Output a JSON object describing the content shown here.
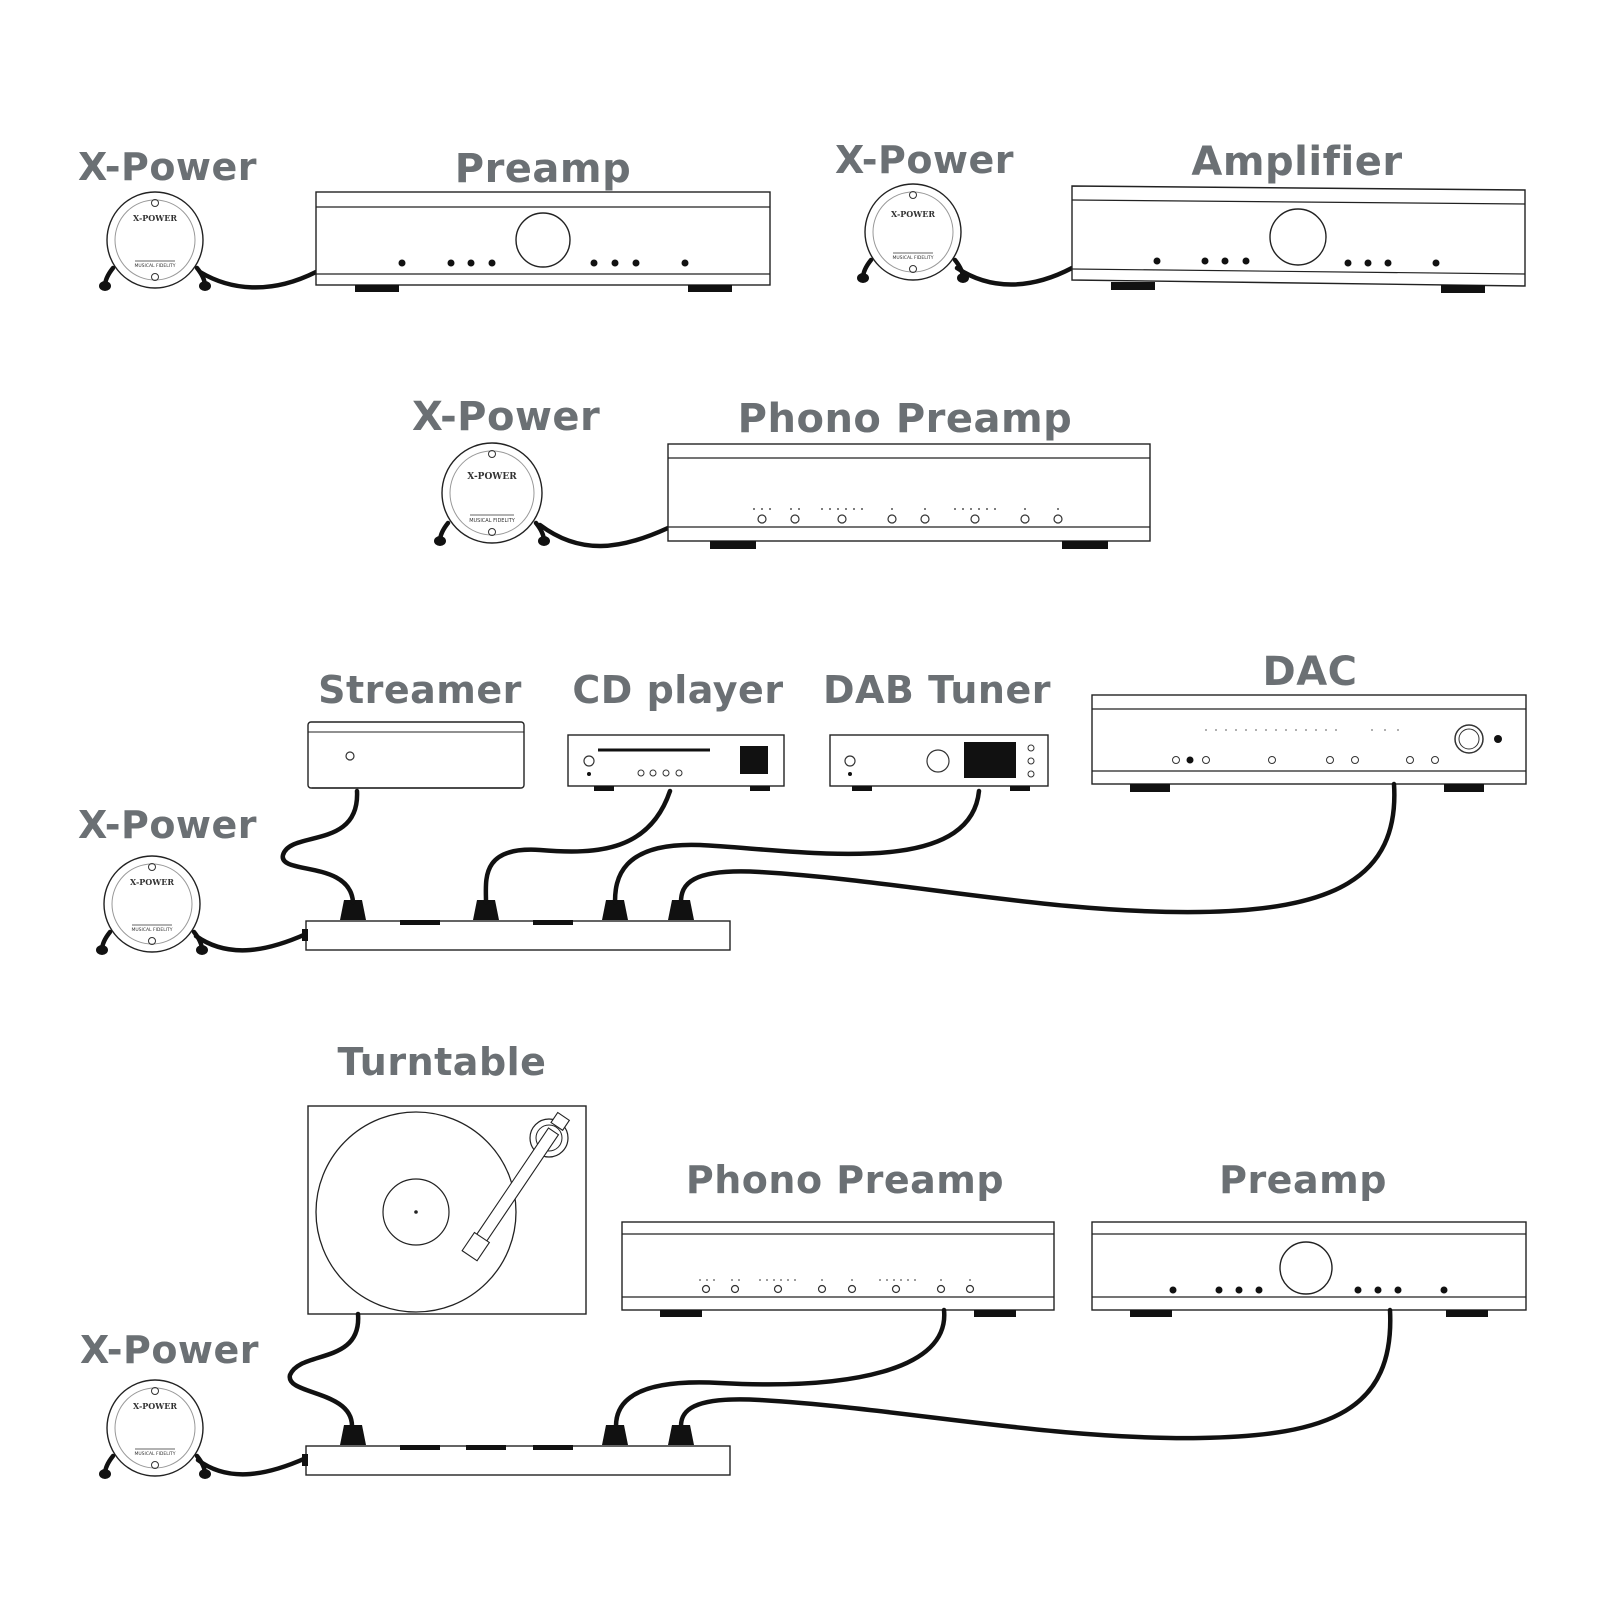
{
  "labels": {
    "xpower": "X-Power",
    "preamp": "Preamp",
    "amplifier": "Amplifier",
    "phono_preamp": "Phono Preamp",
    "streamer": "Streamer",
    "cd_player": "CD player",
    "dab_tuner": "DAB Tuner",
    "dac": "DAC",
    "turntable": "Turntable"
  },
  "logo": {
    "brand": "X-POWER",
    "maker": "MUSICAL FIDELITY"
  },
  "colors": {
    "label": "#6b7074",
    "line": "#222222",
    "cable": "#111111"
  }
}
